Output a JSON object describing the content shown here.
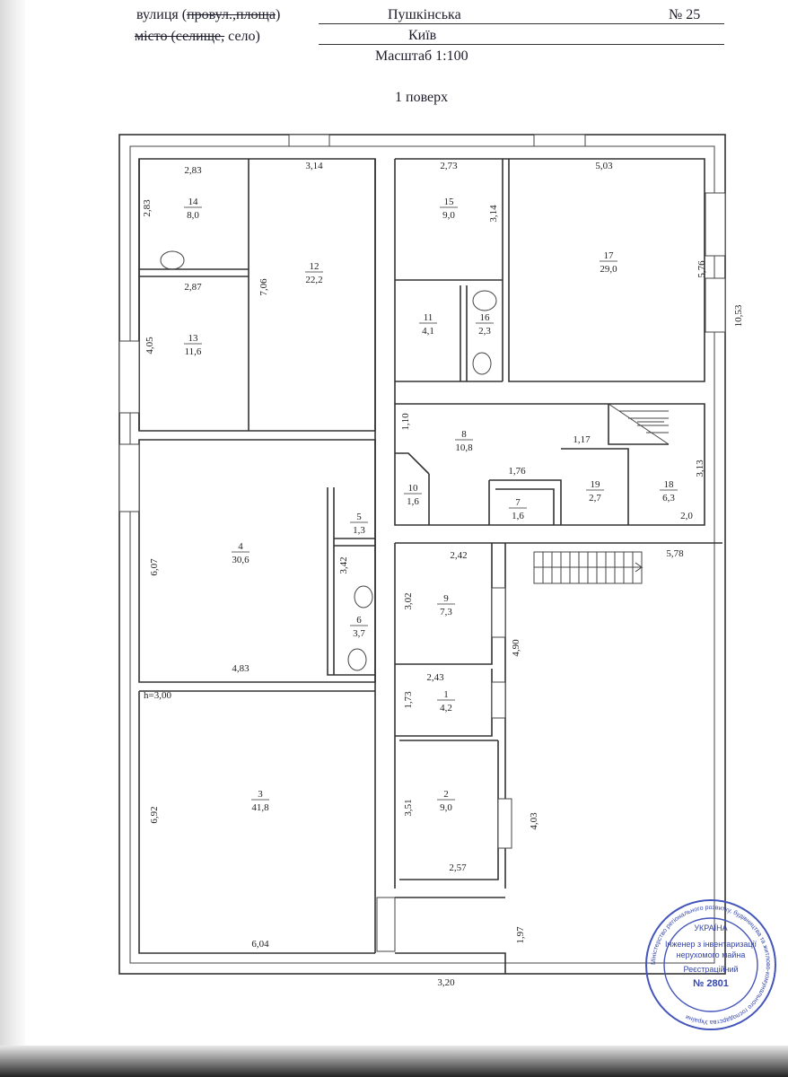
{
  "header": {
    "street_label_prefix": "вулиця (",
    "street_label_struck": "провул.,площа",
    "street_label_suffix": ")",
    "city_label_struck": "місто (селище,",
    "city_label_suffix": " село)",
    "street_value": "Пушкінська",
    "house_number": "№ 25",
    "city_value": "Київ",
    "scale": "Масштаб 1:100",
    "floor": "1 поверх"
  },
  "rooms": [
    {
      "id": "14",
      "area": "8,0"
    },
    {
      "id": "13",
      "area": "11,6"
    },
    {
      "id": "12",
      "area": "22,2"
    },
    {
      "id": "15",
      "area": "9,0"
    },
    {
      "id": "17",
      "area": "29,0"
    },
    {
      "id": "11",
      "area": "4,1"
    },
    {
      "id": "16",
      "area": "2,3"
    },
    {
      "id": "8",
      "area": "10,8"
    },
    {
      "id": "10",
      "area": "1,6"
    },
    {
      "id": "7",
      "area": "1,6"
    },
    {
      "id": "19",
      "area": "2,7"
    },
    {
      "id": "18",
      "area": "6,3"
    },
    {
      "id": "4",
      "area": "30,6"
    },
    {
      "id": "5",
      "area": "1,3"
    },
    {
      "id": "6",
      "area": "3,7"
    },
    {
      "id": "9",
      "area": "7,3"
    },
    {
      "id": "1",
      "area": "4,2"
    },
    {
      "id": "2",
      "area": "9,0"
    },
    {
      "id": "3",
      "area": "41,8"
    }
  ],
  "dimensions": [
    "2,83",
    "3,14",
    "2,73",
    "5,03",
    "2,83",
    "7,06",
    "3,14",
    "5,76",
    "10,53",
    "2,87",
    "4,05",
    "1,10",
    "1,17",
    "3,13",
    "1,76",
    "2,0",
    "5,78",
    "2,42",
    "6,07",
    "3,42",
    "3,02",
    "4,90",
    "4,83",
    "2,43",
    "1,73",
    "3,51",
    "4,03",
    "6,92",
    "2,57",
    "1,97",
    "6,04",
    "3,20"
  ],
  "ceiling_height": "h=3,00",
  "stamp": {
    "country": "УКРАЇНА",
    "line1": "Інженер з інвентаризації",
    "line2": "нерухомого майна",
    "line3": "Реєстраційний",
    "number": "№ 2801",
    "ring_text": "Міністерство регіонального розвитку, будівництва та житлово-комунального господарства України"
  }
}
